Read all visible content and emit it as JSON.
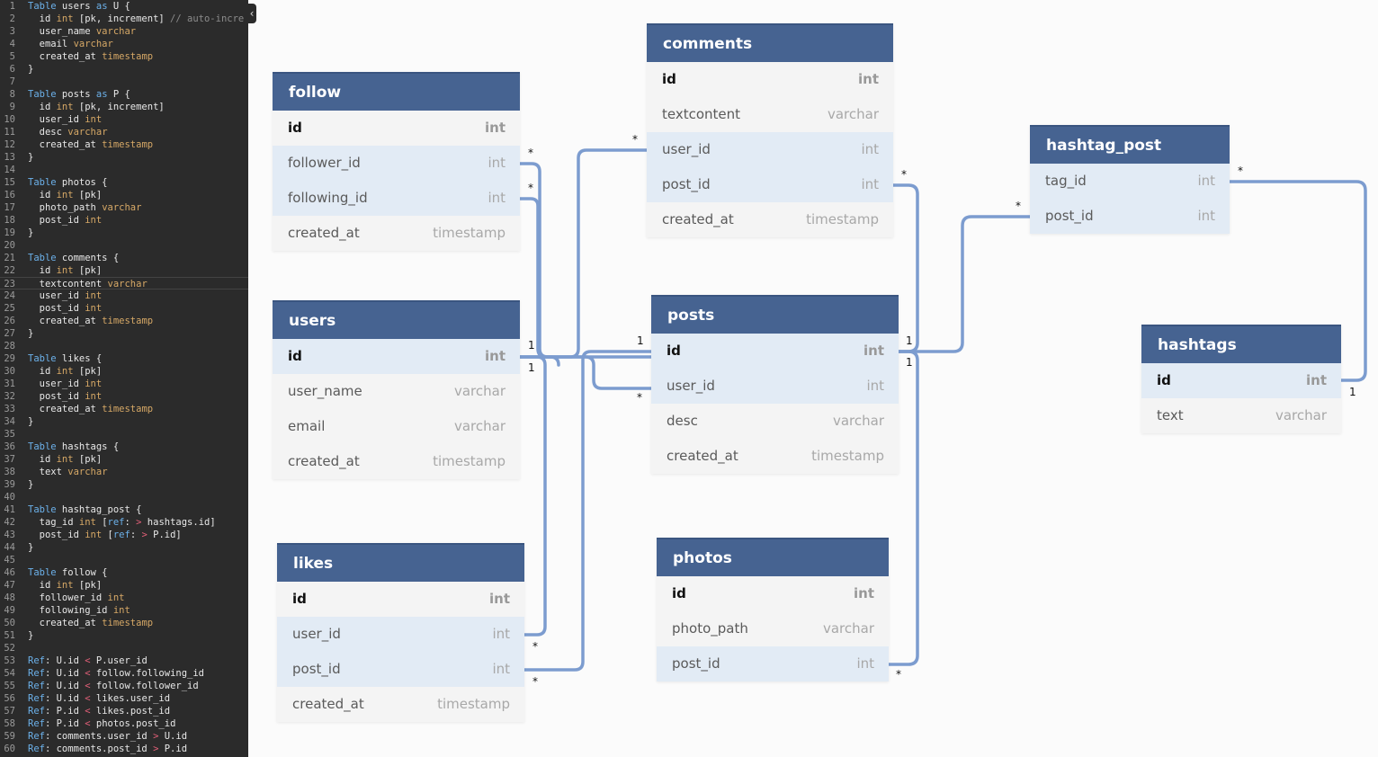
{
  "editor": {
    "lines": [
      [
        [
          "kw",
          "Table"
        ],
        [
          "nm",
          " users "
        ],
        [
          "kw",
          "as"
        ],
        [
          "nm",
          " U {"
        ]
      ],
      [
        [
          "nm",
          "  id "
        ],
        [
          "ty",
          "int"
        ],
        [
          "nm",
          " [pk, increment] "
        ],
        [
          "cm",
          "// auto-incre"
        ]
      ],
      [
        [
          "nm",
          "  user_name "
        ],
        [
          "ty",
          "varchar"
        ]
      ],
      [
        [
          "nm",
          "  email "
        ],
        [
          "ty",
          "varchar"
        ]
      ],
      [
        [
          "nm",
          "  created_at "
        ],
        [
          "ty",
          "timestamp"
        ]
      ],
      [
        [
          "nm",
          "}"
        ]
      ],
      [],
      [
        [
          "kw",
          "Table"
        ],
        [
          "nm",
          " posts "
        ],
        [
          "kw",
          "as"
        ],
        [
          "nm",
          " P {"
        ]
      ],
      [
        [
          "nm",
          "  id "
        ],
        [
          "ty",
          "int"
        ],
        [
          "nm",
          " [pk, increment]"
        ]
      ],
      [
        [
          "nm",
          "  user_id "
        ],
        [
          "ty",
          "int"
        ]
      ],
      [
        [
          "nm",
          "  desc "
        ],
        [
          "ty",
          "varchar"
        ]
      ],
      [
        [
          "nm",
          "  created_at "
        ],
        [
          "ty",
          "timestamp"
        ]
      ],
      [
        [
          "nm",
          "}"
        ]
      ],
      [],
      [
        [
          "kw",
          "Table"
        ],
        [
          "nm",
          " photos {"
        ]
      ],
      [
        [
          "nm",
          "  id "
        ],
        [
          "ty",
          "int"
        ],
        [
          "nm",
          " [pk]"
        ]
      ],
      [
        [
          "nm",
          "  photo_path "
        ],
        [
          "ty",
          "varchar"
        ]
      ],
      [
        [
          "nm",
          "  post_id "
        ],
        [
          "ty",
          "int"
        ]
      ],
      [
        [
          "nm",
          "}"
        ]
      ],
      [],
      [
        [
          "kw",
          "Table"
        ],
        [
          "nm",
          " comments {"
        ]
      ],
      [
        [
          "nm",
          "  id "
        ],
        [
          "ty",
          "int"
        ],
        [
          "nm",
          " [pk]"
        ]
      ],
      [
        [
          "nm",
          "  textcontent "
        ],
        [
          "ty",
          "varchar"
        ]
      ],
      [
        [
          "nm",
          "  user_id "
        ],
        [
          "ty",
          "int"
        ]
      ],
      [
        [
          "nm",
          "  post_id "
        ],
        [
          "ty",
          "int"
        ]
      ],
      [
        [
          "nm",
          "  created_at "
        ],
        [
          "ty",
          "timestamp"
        ]
      ],
      [
        [
          "nm",
          "}"
        ]
      ],
      [],
      [
        [
          "kw",
          "Table"
        ],
        [
          "nm",
          " likes {"
        ]
      ],
      [
        [
          "nm",
          "  id "
        ],
        [
          "ty",
          "int"
        ],
        [
          "nm",
          " [pk]"
        ]
      ],
      [
        [
          "nm",
          "  user_id "
        ],
        [
          "ty",
          "int"
        ]
      ],
      [
        [
          "nm",
          "  post_id "
        ],
        [
          "ty",
          "int"
        ]
      ],
      [
        [
          "nm",
          "  created_at "
        ],
        [
          "ty",
          "timestamp"
        ]
      ],
      [
        [
          "nm",
          "}"
        ]
      ],
      [],
      [
        [
          "kw",
          "Table"
        ],
        [
          "nm",
          " hashtags {"
        ]
      ],
      [
        [
          "nm",
          "  id "
        ],
        [
          "ty",
          "int"
        ],
        [
          "nm",
          " [pk]"
        ]
      ],
      [
        [
          "nm",
          "  text "
        ],
        [
          "ty",
          "varchar"
        ]
      ],
      [
        [
          "nm",
          "}"
        ]
      ],
      [],
      [
        [
          "kw",
          "Table"
        ],
        [
          "nm",
          " hashtag_post {"
        ]
      ],
      [
        [
          "nm",
          "  tag_id "
        ],
        [
          "ty",
          "int"
        ],
        [
          "nm",
          " ["
        ],
        [
          "kw",
          "ref"
        ],
        [
          "nm",
          ": "
        ],
        [
          "op",
          ">"
        ],
        [
          "nm",
          " hashtags.id]"
        ]
      ],
      [
        [
          "nm",
          "  post_id "
        ],
        [
          "ty",
          "int"
        ],
        [
          "nm",
          " ["
        ],
        [
          "kw",
          "ref"
        ],
        [
          "nm",
          ": "
        ],
        [
          "op",
          ">"
        ],
        [
          "nm",
          " P.id]"
        ]
      ],
      [
        [
          "nm",
          "}"
        ]
      ],
      [],
      [
        [
          "kw",
          "Table"
        ],
        [
          "nm",
          " follow {"
        ]
      ],
      [
        [
          "nm",
          "  id "
        ],
        [
          "ty",
          "int"
        ],
        [
          "nm",
          " [pk]"
        ]
      ],
      [
        [
          "nm",
          "  follower_id "
        ],
        [
          "ty",
          "int"
        ]
      ],
      [
        [
          "nm",
          "  following_id "
        ],
        [
          "ty",
          "int"
        ]
      ],
      [
        [
          "nm",
          "  created_at "
        ],
        [
          "ty",
          "timestamp"
        ]
      ],
      [
        [
          "nm",
          "}"
        ]
      ],
      [],
      [
        [
          "kw",
          "Ref"
        ],
        [
          "nm",
          ": U.id "
        ],
        [
          "op",
          "<"
        ],
        [
          "nm",
          " P.user_id"
        ]
      ],
      [
        [
          "kw",
          "Ref"
        ],
        [
          "nm",
          ": U.id "
        ],
        [
          "op",
          "<"
        ],
        [
          "nm",
          " follow.following_id"
        ]
      ],
      [
        [
          "kw",
          "Ref"
        ],
        [
          "nm",
          ": U.id "
        ],
        [
          "op",
          "<"
        ],
        [
          "nm",
          " follow.follower_id"
        ]
      ],
      [
        [
          "kw",
          "Ref"
        ],
        [
          "nm",
          ": U.id "
        ],
        [
          "op",
          "<"
        ],
        [
          "nm",
          " likes.user_id"
        ]
      ],
      [
        [
          "kw",
          "Ref"
        ],
        [
          "nm",
          ": P.id "
        ],
        [
          "op",
          "<"
        ],
        [
          "nm",
          " likes.post_id"
        ]
      ],
      [
        [
          "kw",
          "Ref"
        ],
        [
          "nm",
          ": P.id "
        ],
        [
          "op",
          "<"
        ],
        [
          "nm",
          " photos.post_id"
        ]
      ],
      [
        [
          "kw",
          "Ref"
        ],
        [
          "nm",
          ": comments.user_id "
        ],
        [
          "op",
          ">"
        ],
        [
          "nm",
          " U.id"
        ]
      ],
      [
        [
          "kw",
          "Ref"
        ],
        [
          "nm",
          ": comments.post_id "
        ],
        [
          "op",
          ">"
        ],
        [
          "nm",
          " P.id"
        ]
      ]
    ],
    "active_line": 23,
    "collapse_glyph": "‹"
  },
  "tables": {
    "follow": {
      "name": "follow",
      "fields": [
        {
          "name": "id",
          "type": "int",
          "pk": true
        },
        {
          "name": "follower_id",
          "type": "int",
          "hl": true
        },
        {
          "name": "following_id",
          "type": "int",
          "hl": true
        },
        {
          "name": "created_at",
          "type": "timestamp"
        }
      ]
    },
    "users": {
      "name": "users",
      "fields": [
        {
          "name": "id",
          "type": "int",
          "pk": true,
          "hl": true
        },
        {
          "name": "user_name",
          "type": "varchar"
        },
        {
          "name": "email",
          "type": "varchar"
        },
        {
          "name": "created_at",
          "type": "timestamp"
        }
      ]
    },
    "likes": {
      "name": "likes",
      "fields": [
        {
          "name": "id",
          "type": "int",
          "pk": true
        },
        {
          "name": "user_id",
          "type": "int",
          "hl": true
        },
        {
          "name": "post_id",
          "type": "int",
          "hl": true
        },
        {
          "name": "created_at",
          "type": "timestamp"
        }
      ]
    },
    "comments": {
      "name": "comments",
      "fields": [
        {
          "name": "id",
          "type": "int",
          "pk": true
        },
        {
          "name": "textcontent",
          "type": "varchar"
        },
        {
          "name": "user_id",
          "type": "int",
          "hl": true
        },
        {
          "name": "post_id",
          "type": "int",
          "hl": true
        },
        {
          "name": "created_at",
          "type": "timestamp"
        }
      ]
    },
    "posts": {
      "name": "posts",
      "fields": [
        {
          "name": "id",
          "type": "int",
          "pk": true,
          "hl": true
        },
        {
          "name": "user_id",
          "type": "int",
          "hl": true
        },
        {
          "name": "desc",
          "type": "varchar"
        },
        {
          "name": "created_at",
          "type": "timestamp"
        }
      ]
    },
    "photos": {
      "name": "photos",
      "fields": [
        {
          "name": "id",
          "type": "int",
          "pk": true
        },
        {
          "name": "photo_path",
          "type": "varchar"
        },
        {
          "name": "post_id",
          "type": "int",
          "hl": true
        }
      ]
    },
    "hashtag_post": {
      "name": "hashtag_post",
      "fields": [
        {
          "name": "tag_id",
          "type": "int",
          "hl": true
        },
        {
          "name": "post_id",
          "type": "int",
          "hl": true
        }
      ]
    },
    "hashtags": {
      "name": "hashtags",
      "fields": [
        {
          "name": "id",
          "type": "int",
          "pk": true,
          "hl": true
        },
        {
          "name": "text",
          "type": "varchar"
        }
      ]
    }
  },
  "cardinality": {
    "one": "1",
    "many": "*"
  },
  "colors": {
    "header": "#466391",
    "wire": "#7c9ccf",
    "editor_bg": "#2b2b2b"
  }
}
